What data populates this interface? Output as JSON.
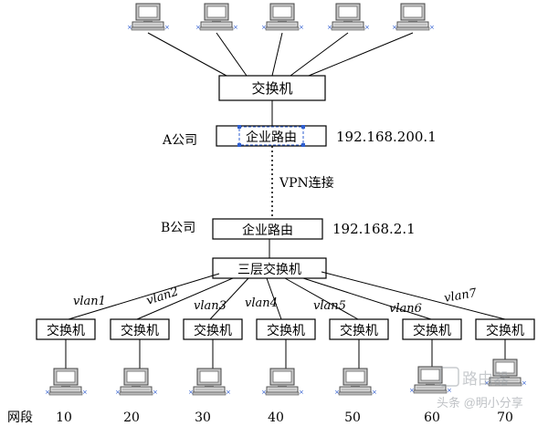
{
  "top_switch": "交换机",
  "company_a": {
    "label": "A公司",
    "router": "企业路由",
    "ip": "192.168.200.1"
  },
  "vpn_label": "VPN连接",
  "company_b": {
    "label": "B公司",
    "router": "企业路由",
    "ip": "192.168.2.1"
  },
  "core_switch": "三层交换机",
  "vlans": [
    "vlan1",
    "vlan2",
    "vlan3",
    "vlan4",
    "vlan5",
    "vlan6",
    "vlan7"
  ],
  "access_switch_label": "交换机",
  "segment_label": "网段",
  "segments": [
    "10",
    "20",
    "30",
    "40",
    "50",
    "60",
    "70"
  ],
  "watermark": {
    "logo": "路由器",
    "credit": "头条 @明小分享"
  }
}
